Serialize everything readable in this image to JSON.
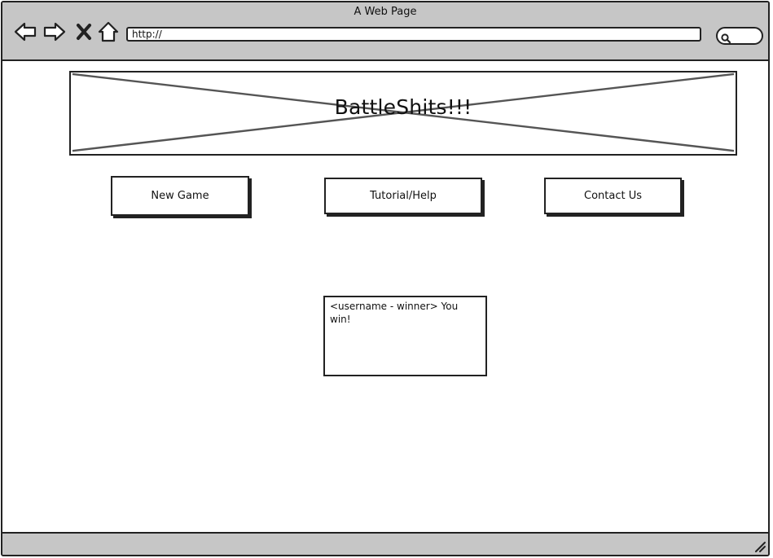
{
  "window": {
    "title": "A Web Page"
  },
  "toolbar": {
    "back_icon": "back-arrow-icon",
    "forward_icon": "forward-arrow-icon",
    "stop_icon": "close-icon",
    "home_icon": "home-icon",
    "url": "http://",
    "search_icon": "search-icon"
  },
  "banner": {
    "title": "BattleShits!!!",
    "image_placeholder": "image-placeholder"
  },
  "nav": {
    "buttons": [
      {
        "label": "New Game"
      },
      {
        "label": "Tutorial/Help"
      },
      {
        "label": "Contact Us"
      }
    ]
  },
  "result": {
    "message": "<username - winner> You win!"
  },
  "colors": {
    "chrome": "#c6c6c6",
    "border": "#222222",
    "background": "#ffffff"
  }
}
